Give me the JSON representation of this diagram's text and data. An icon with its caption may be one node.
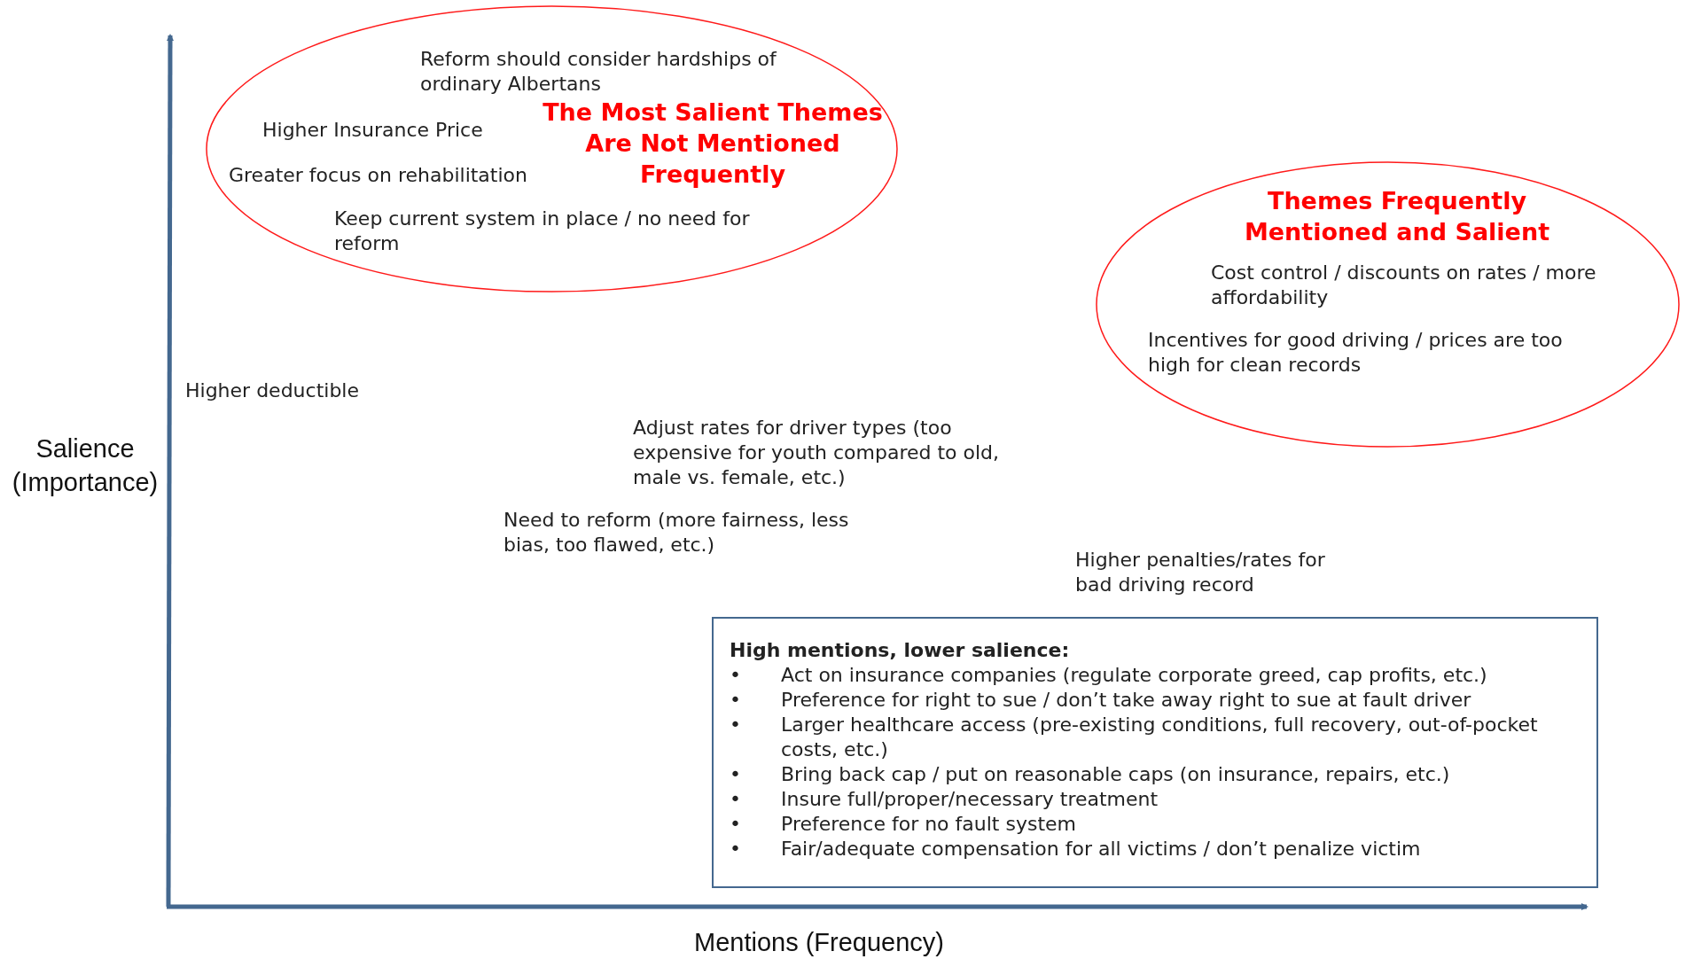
{
  "diagram": {
    "nodes": [
      {
        "text": [
          "The Most Salient Themes Are Not Mentioned Frequently",
          "Reform should consider hardships of ordinary Albertans",
          "Higher Insurance Price",
          "Greater focus on rehabilitation",
          "Keep current system in place / no need for reform"
        ]
      },
      {
        "text": [
          "Themes Frequently Mentioned and Salient",
          "Cost control / discounts on rates / more affordability",
          "Incentives for good driving / prices are too high for clean records"
        ]
      },
      {
        "text": [
          "High mentions, lower salience:",
          "•",
          "Act on insurance companies (regulate corporate greed, cap profits, etc.)",
          "•",
          "Preference for right to sue / don’t take away right to sue at fault driver",
          "•",
          "Larger healthcare access (pre-existing conditions, full recovery, out-of-pocket costs, etc.)",
          "•",
          "Bring back cap / put on reasonable caps (on insurance, repairs, etc.)",
          "•",
          "Insure full/proper/necessary treatment",
          "•",
          "Preference for no fault system",
          "•",
          "Fair/adequate compensation for all victims / don’t penalize victim"
        ]
      }
    ],
    "labels": [
      "Higher deductible",
      "Adjust rates for driver types (too expensive for youth compared to old, male vs. female, etc.)",
      "Need to reform (more fairness, less bias, too flawed, etc.)",
      "Higher penalties/rates for bad driving record",
      "Salience (Importance)",
      "Mentions (Frequency)"
    ]
  }
}
